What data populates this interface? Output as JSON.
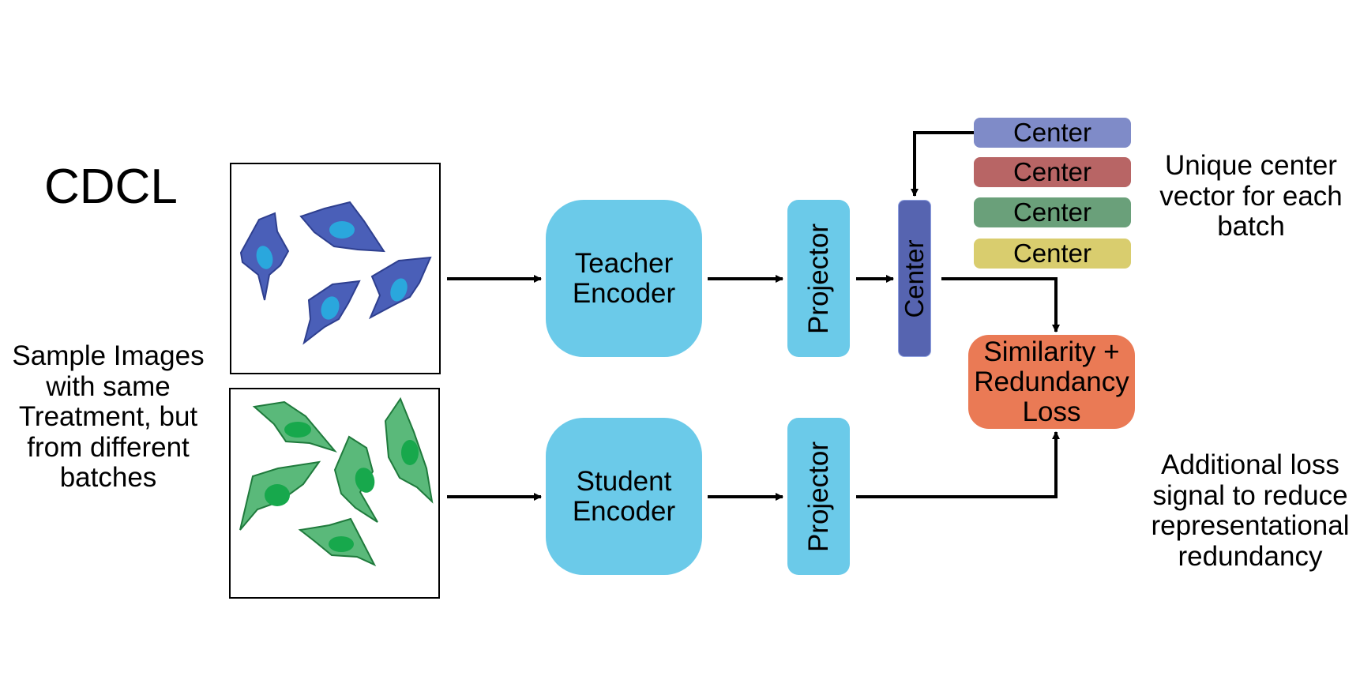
{
  "title": "CDCL",
  "left_caption": [
    "Sample Images",
    "with same",
    "Treatment, but",
    "from different",
    "batches"
  ],
  "teacher_encoder": [
    "Teacher",
    "Encoder"
  ],
  "student_encoder": [
    "Student",
    "Encoder"
  ],
  "projector_top": "Projector",
  "projector_bottom": "Projector",
  "center_vertical": "Center",
  "center_vectors": [
    "Center",
    "Center",
    "Center",
    "Center"
  ],
  "loss": [
    "Similarity +",
    "Redundancy",
    "Loss"
  ],
  "right_caption_top": [
    "Unique center",
    "vector for each",
    "batch"
  ],
  "right_caption_bottom": [
    "Additional loss",
    "signal to reduce",
    "representational",
    "redundancy"
  ],
  "colors": {
    "encoder": "#6bcae9",
    "center_vertical": "#5664b0",
    "center_blue": "#7f8bc8",
    "center_red": "#b86565",
    "center_green": "#6aa07a",
    "center_yellow": "#d9cd6e",
    "loss": "#ea7a55",
    "cell_blue": "#4a5fb8",
    "cell_blue_nucleus": "#2aa7dd",
    "cell_green": "#5ab97a",
    "cell_green_nucleus": "#17a84c"
  }
}
